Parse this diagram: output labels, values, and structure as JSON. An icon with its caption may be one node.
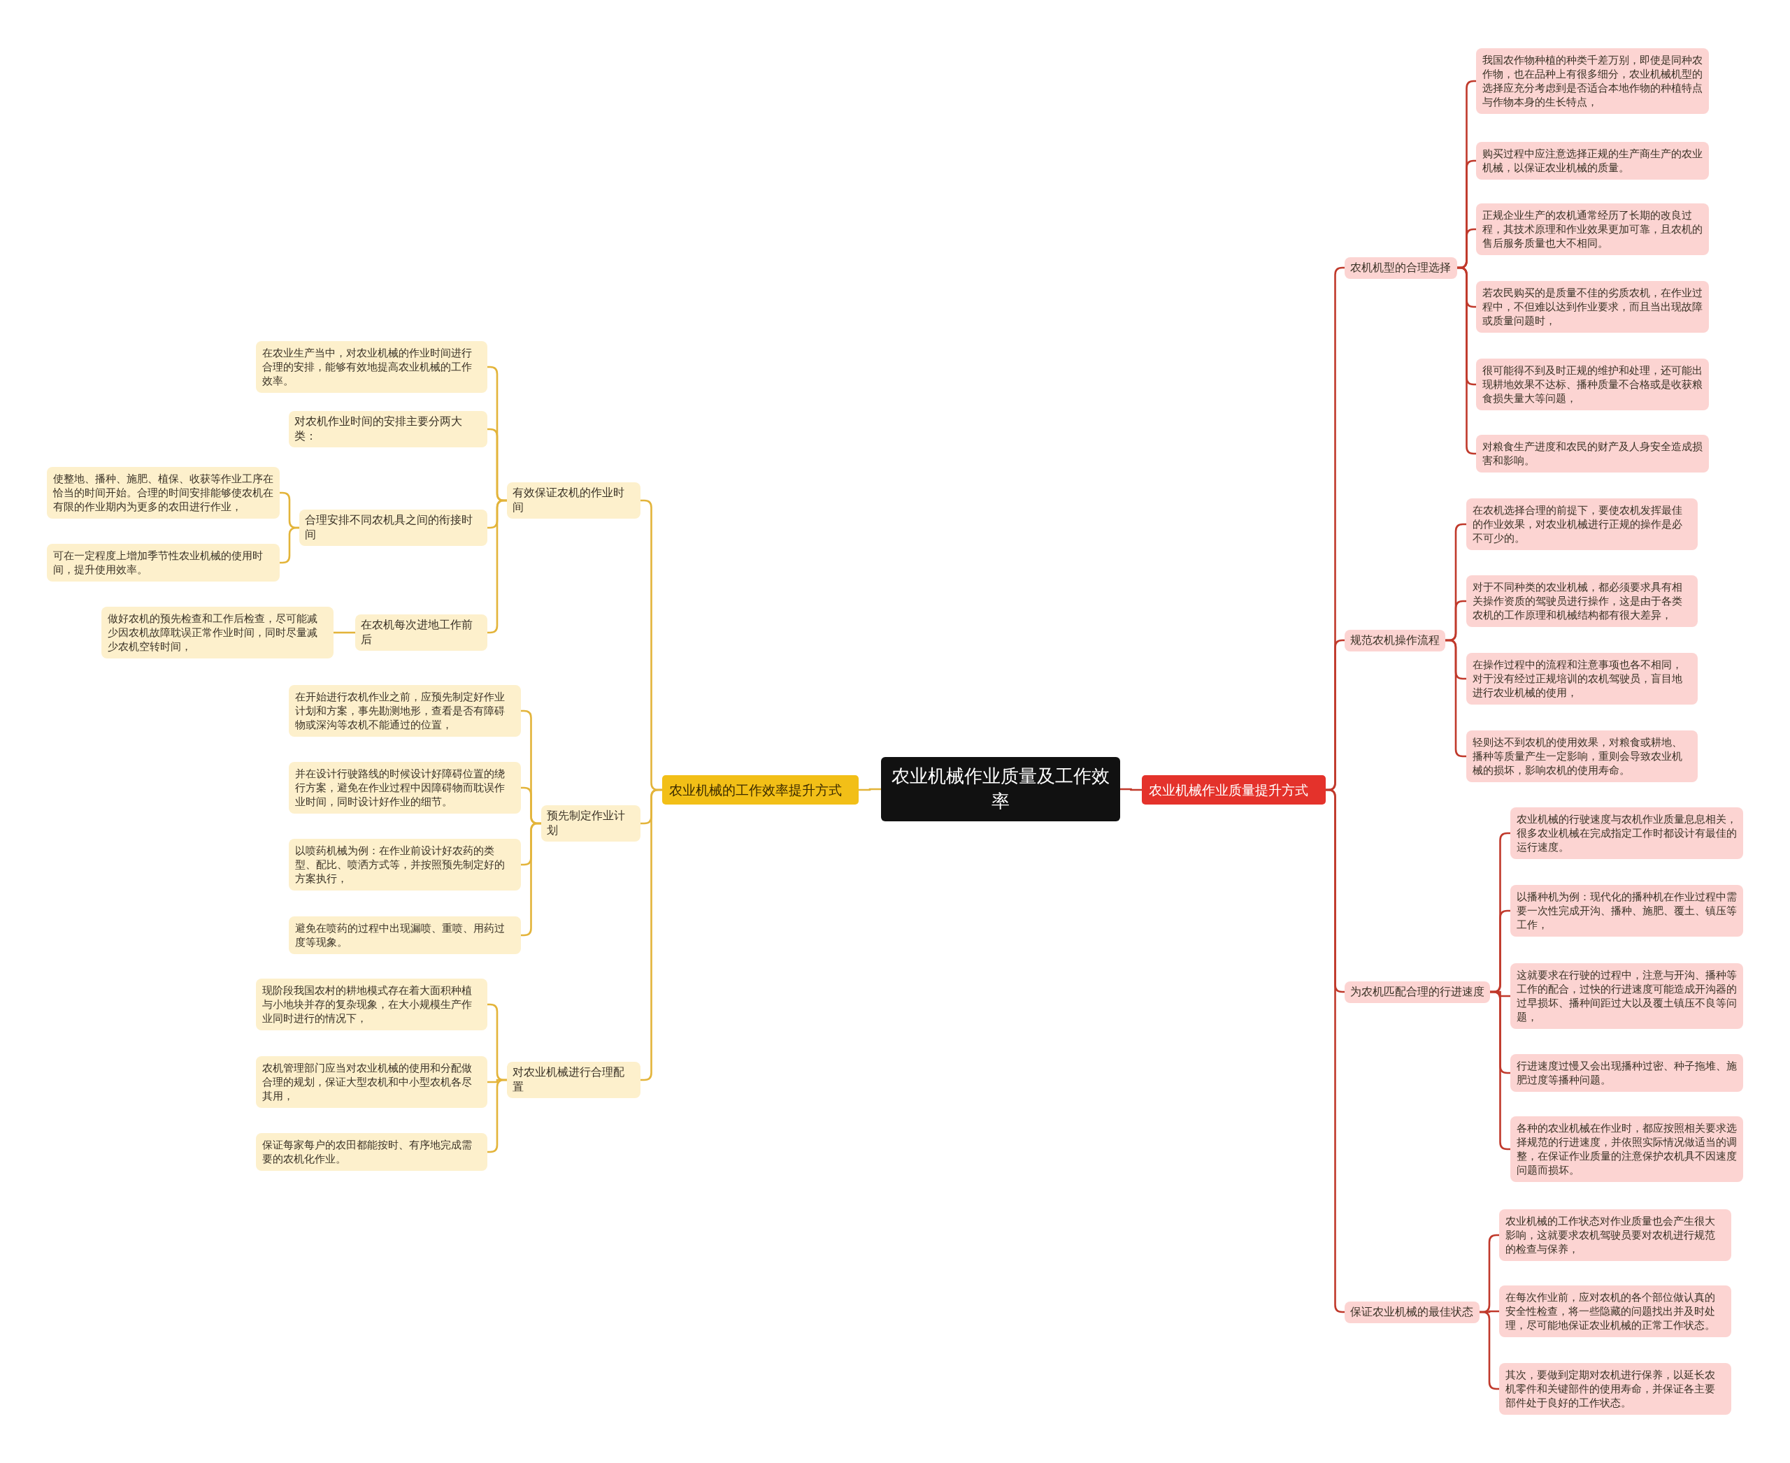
{
  "diagram": {
    "nodes": [
      {
        "text": [
          "农业机械作业质量及工作效率"
        ]
      },
      {
        "text": [
          "农业机械的工作效率提升方式"
        ]
      },
      {
        "text": [
          "有效保证农机的作业时间"
        ]
      },
      {
        "text": [
          "在农业生产当中，对农业机械的作业时间进行合理的安排，能够有效地提高农业机械的工作效率。"
        ]
      },
      {
        "text": [
          "对农机作业时间的安排主要分两大类："
        ]
      },
      {
        "text": [
          "合理安排不同农机具之间的衔接时间"
        ]
      },
      {
        "text": [
          "使整地、播种、施肥、植保、收获等作业工序在恰当的时间开始。合理的时间安排能够使农机在有限的作业期内为更多的农田进行作业，"
        ]
      },
      {
        "text": [
          "可在一定程度上增加季节性农业机械的使用时间，提升使用效率。"
        ]
      },
      {
        "text": [
          "在农机每次进地工作前后"
        ]
      },
      {
        "text": [
          "做好农机的预先检查和工作后检查，尽可能减少因农机故障耽误正常作业时间，同时尽量减少农机空转时间，"
        ]
      },
      {
        "text": [
          "预先制定作业计划"
        ]
      },
      {
        "text": [
          "在开始进行农机作业之前，应预先制定好作业计划和方案，事先勘测地形，查看是否有障碍物或深沟等农机不能通过的位置，"
        ]
      },
      {
        "text": [
          "并在设计行驶路线的时候设计好障碍位置的绕行方案，避免在作业过程中因障碍物而耽误作业时间，同时设计好作业的细节。"
        ]
      },
      {
        "text": [
          "以喷药机械为例：在作业前设计好农药的类型、配比、喷洒方式等，并按照预先制定好的方案执行，"
        ]
      },
      {
        "text": [
          "避免在喷药的过程中出现漏喷、重喷、用药过度等现象。"
        ]
      },
      {
        "text": [
          "对农业机械进行合理配置"
        ]
      },
      {
        "text": [
          "现阶段我国农村的耕地模式存在着大面积种植与小地块并存的复杂现象，在大小规模生产作业同时进行的情况下，"
        ]
      },
      {
        "text": [
          "农机管理部门应当对农业机械的使用和分配做合理的规划，保证大型农机和中小型农机各尽其用，"
        ]
      },
      {
        "text": [
          "保证每家每户的农田都能按时、有序地完成需要的农机化作业。"
        ]
      },
      {
        "text": [
          "农业机械作业质量提升方式"
        ]
      },
      {
        "text": [
          "农机机型的合理选择"
        ]
      },
      {
        "text": [
          "我国农作物种植的种类千差万别，即使是同种农作物，也在品种上有很多细分，农业机械机型的选择应充分考虑到是否适合本地作物的种植特点与作物本身的生长特点，"
        ]
      },
      {
        "text": [
          "购买过程中应注意选择正规的生产商生产的农业机械，以保证农业机械的质量。"
        ]
      },
      {
        "text": [
          "正规企业生产的农机通常经历了长期的改良过程，其技术原理和作业效果更加可靠，且农机的售后服务质量也大不相同。"
        ]
      },
      {
        "text": [
          "若农民购买的是质量不佳的劣质农机，在作业过程中，不但难以达到作业要求，而且当出现故障或质量问题时，"
        ]
      },
      {
        "text": [
          "很可能得不到及时正规的维护和处理，还可能出现耕地效果不达标、播种质量不合格或是收获粮食损失量大等问题，"
        ]
      },
      {
        "text": [
          "对粮食生产进度和农民的财产及人身安全造成损害和影响。"
        ]
      },
      {
        "text": [
          "规范农机操作流程"
        ]
      },
      {
        "text": [
          "在农机选择合理的前提下，要使农机发挥最佳的作业效果，对农业机械进行正规的操作是必不可少的。"
        ]
      },
      {
        "text": [
          "对于不同种类的农业机械，都必须要求具有相关操作资质的驾驶员进行操作，这是由于各类农机的工作原理和机械结构都有很大差异，"
        ]
      },
      {
        "text": [
          "在操作过程中的流程和注意事项也各不相同，对于没有经过正规培训的农机驾驶员，盲目地进行农业机械的使用，"
        ]
      },
      {
        "text": [
          "轻则达不到农机的使用效果，对粮食或耕地、播种等质量产生一定影响，重则会导致农业机械的损坏，影响农机的使用寿命。"
        ]
      },
      {
        "text": [
          "为农机匹配合理的行进速度"
        ]
      },
      {
        "text": [
          "农业机械的行驶速度与农机作业质量息息相关，很多农业机械在完成指定工作时都设计有最佳的运行速度。"
        ]
      },
      {
        "text": [
          "以播种机为例：现代化的播种机在作业过程中需要一次性完成开沟、播种、施肥、覆土、镇压等工作，"
        ]
      },
      {
        "text": [
          "这就要求在行驶的过程中，注意与开沟、播种等工作的配合，过快的行进速度可能造成开沟器的过早损坏、播种间距过大以及覆土镇压不良等问题，"
        ]
      },
      {
        "text": [
          "行进速度过慢又会出现播种过密、种子拖堆、施肥过度等播种问题。"
        ]
      },
      {
        "text": [
          "各种的农业机械在作业时，都应按照相关要求选择规范的行进速度，并依照实际情况做适当的调整，在保证作业质量的注意保护农机具不因速度问题而损坏。"
        ]
      },
      {
        "text": [
          "保证农业机械的最佳状态"
        ]
      },
      {
        "text": [
          "农业机械的工作状态对作业质量也会产生很大影响，这就要求农机驾驶员要对农机进行规范的检查与保养，"
        ]
      },
      {
        "text": [
          "在每次作业前，应对农机的各个部位做认真的安全性检查，将一些隐藏的问题找出并及时处理，尽可能地保证农业机械的正常工作状态。"
        ]
      },
      {
        "text": [
          "其次，要做到定期对农机进行保养，以延长农机零件和关键部件的使用寿命，并保证各主要部件处于良好的工作状态。"
        ]
      }
    ],
    "edges": [
      {
        "from": 0,
        "to": 1,
        "arrow": "none",
        "color": "#e3b43a"
      },
      {
        "from": 1,
        "to": 2,
        "arrow": "none",
        "color": "#e3b43a"
      },
      {
        "from": 2,
        "to": 3,
        "arrow": "none",
        "color": "#e3b43a"
      },
      {
        "from": 2,
        "to": 4,
        "arrow": "none",
        "color": "#e3b43a"
      },
      {
        "from": 2,
        "to": 5,
        "arrow": "none",
        "color": "#e3b43a"
      },
      {
        "from": 5,
        "to": 6,
        "arrow": "none",
        "color": "#e3b43a"
      },
      {
        "from": 5,
        "to": 7,
        "arrow": "none",
        "color": "#e3b43a"
      },
      {
        "from": 2,
        "to": 8,
        "arrow": "none",
        "color": "#e3b43a"
      },
      {
        "from": 8,
        "to": 9,
        "arrow": "none",
        "color": "#e3b43a"
      },
      {
        "from": 1,
        "to": 10,
        "arrow": "none",
        "color": "#e3b43a"
      },
      {
        "from": 10,
        "to": 11,
        "arrow": "none",
        "color": "#e3b43a"
      },
      {
        "from": 10,
        "to": 12,
        "arrow": "none",
        "color": "#e3b43a"
      },
      {
        "from": 10,
        "to": 13,
        "arrow": "none",
        "color": "#e3b43a"
      },
      {
        "from": 10,
        "to": 14,
        "arrow": "none",
        "color": "#e3b43a"
      },
      {
        "from": 1,
        "to": 15,
        "arrow": "none",
        "color": "#e3b43a"
      },
      {
        "from": 15,
        "to": 16,
        "arrow": "none",
        "color": "#e3b43a"
      },
      {
        "from": 15,
        "to": 17,
        "arrow": "none",
        "color": "#e3b43a"
      },
      {
        "from": 15,
        "to": 18,
        "arrow": "none",
        "color": "#e3b43a"
      },
      {
        "from": 0,
        "to": 19,
        "arrow": "none"
      },
      {
        "from": 19,
        "to": 20,
        "arrow": "none"
      },
      {
        "from": 20,
        "to": 21,
        "arrow": "none"
      },
      {
        "from": 20,
        "to": 22,
        "arrow": "none"
      },
      {
        "from": 20,
        "to": 23,
        "arrow": "none"
      },
      {
        "from": 20,
        "to": 24,
        "arrow": "none"
      },
      {
        "from": 20,
        "to": 25,
        "arrow": "none"
      },
      {
        "from": 20,
        "to": 26,
        "arrow": "none"
      },
      {
        "from": 19,
        "to": 27,
        "arrow": "none"
      },
      {
        "from": 27,
        "to": 28,
        "arrow": "none"
      },
      {
        "from": 27,
        "to": 29,
        "arrow": "none"
      },
      {
        "from": 27,
        "to": 30,
        "arrow": "none"
      },
      {
        "from": 27,
        "to": 31,
        "arrow": "none"
      },
      {
        "from": 19,
        "to": 32,
        "arrow": "none"
      },
      {
        "from": 32,
        "to": 33,
        "arrow": "none"
      },
      {
        "from": 32,
        "to": 34,
        "arrow": "none"
      },
      {
        "from": 32,
        "to": 35,
        "arrow": "none"
      },
      {
        "from": 32,
        "to": 36,
        "arrow": "none"
      },
      {
        "from": 32,
        "to": 37,
        "arrow": "none"
      },
      {
        "from": 19,
        "to": 38,
        "arrow": "none"
      },
      {
        "from": 38,
        "to": 39,
        "arrow": "none"
      },
      {
        "from": 38,
        "to": 40,
        "arrow": "none"
      },
      {
        "from": 38,
        "to": 41,
        "arrow": "none"
      }
    ]
  }
}
